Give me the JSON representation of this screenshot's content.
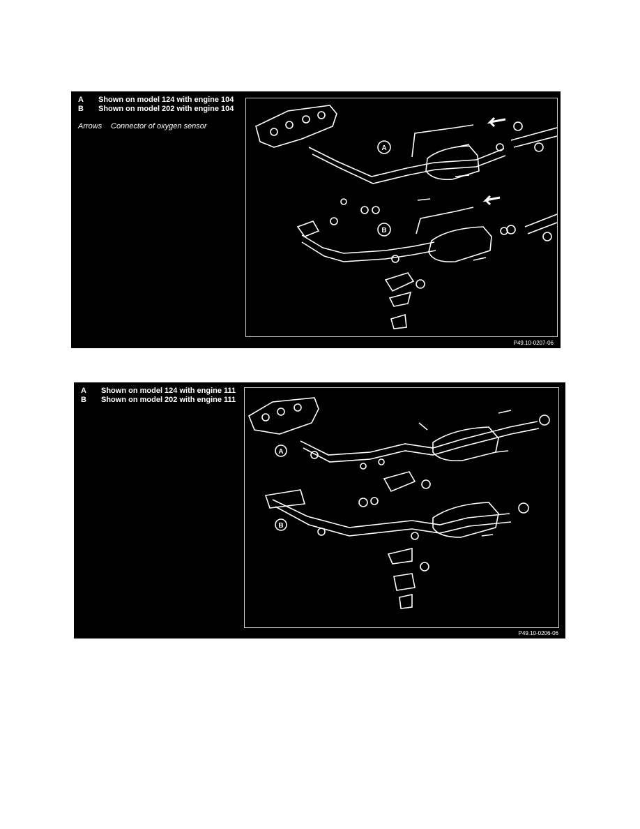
{
  "figure1": {
    "legend": [
      {
        "key": "A",
        "text": "Shown on model 124 with engine 104"
      },
      {
        "key": "B",
        "text": "Shown on model 202 with engine 104"
      }
    ],
    "note": {
      "key": "Arrows",
      "text": "Connector of oxygen sensor"
    },
    "callouts": [
      "A",
      "B"
    ],
    "figure_number": "P49.10-0207-06"
  },
  "figure2": {
    "legend": [
      {
        "key": "A",
        "text": "Shown on model 124 with engine 111"
      },
      {
        "key": "B",
        "text": "Shown on model 202 with engine 111"
      }
    ],
    "callouts": [
      "A",
      "B"
    ],
    "figure_number": "P49.10-0206-06"
  }
}
